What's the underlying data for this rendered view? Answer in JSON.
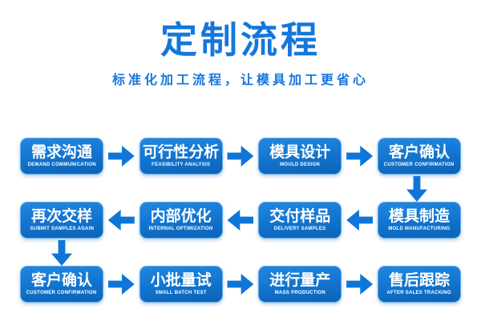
{
  "header": {
    "title": "定制流程",
    "subtitle": "标准化加工流程，让模具加工更省心"
  },
  "colors": {
    "accent_blue": "#1577dd",
    "box_gradient_top": "#2287e1",
    "box_gradient_bottom": "#0c63b6",
    "box_border": "#66abe9",
    "arrow_blue": "#0e76d9",
    "text_on_box": "#ffffff",
    "background": "#ffffff"
  },
  "flow": {
    "rows": [
      {
        "direction": "right",
        "boxes": [
          {
            "cn": "需求沟通",
            "en": "DEMAND COMMUNICATION"
          },
          {
            "cn": "可行性分析",
            "en": "FEASIBILITY ANALYSIS"
          },
          {
            "cn": "模具设计",
            "en": "MOULD DESIGN"
          },
          {
            "cn": "客户确认",
            "en": "CUSTOMER CONFIRMATION"
          }
        ]
      },
      {
        "direction": "left",
        "boxes": [
          {
            "cn": "再次交样",
            "en": "SUBMIT SAMPLES AGAIN"
          },
          {
            "cn": "内部优化",
            "en": "INTERNAL OPTIMIZATION"
          },
          {
            "cn": "交付样品",
            "en": "DELIVERY SAMPLES"
          },
          {
            "cn": "模具制造",
            "en": "MOLD MANUFACTURING"
          }
        ]
      },
      {
        "direction": "right",
        "boxes": [
          {
            "cn": "客户确认",
            "en": "CUSTOMER CONFIRMATION"
          },
          {
            "cn": "小批量试",
            "en": "SMALL BATCH TEST"
          },
          {
            "cn": "进行量产",
            "en": "MASS PRODUCTION"
          },
          {
            "cn": "售后跟踪",
            "en": "AFTER SALES TRACKING"
          }
        ]
      }
    ]
  }
}
